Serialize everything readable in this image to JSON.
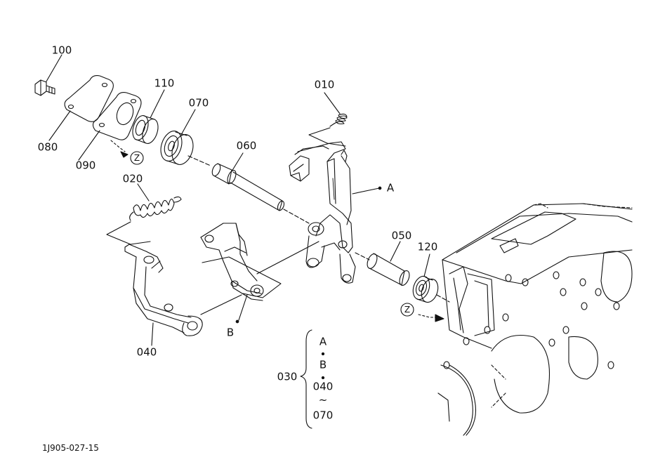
{
  "callouts": {
    "p100": "100",
    "p110": "110",
    "p070": "070",
    "p010": "010",
    "p080": "080",
    "p090": "090",
    "p060": "060",
    "p020": "020",
    "pA": "A",
    "p050": "050",
    "p120": "120",
    "p040": "040",
    "pB": "B",
    "p030": "030",
    "z1": "Z",
    "z2": "Z"
  },
  "bracket": {
    "line1": "A",
    "line2": "B",
    "line3": "040",
    "line4": "~",
    "line5": "070"
  },
  "drawing_code": "1J905-027-15",
  "colors": {
    "ink": "#111111",
    "background": "#ffffff"
  }
}
